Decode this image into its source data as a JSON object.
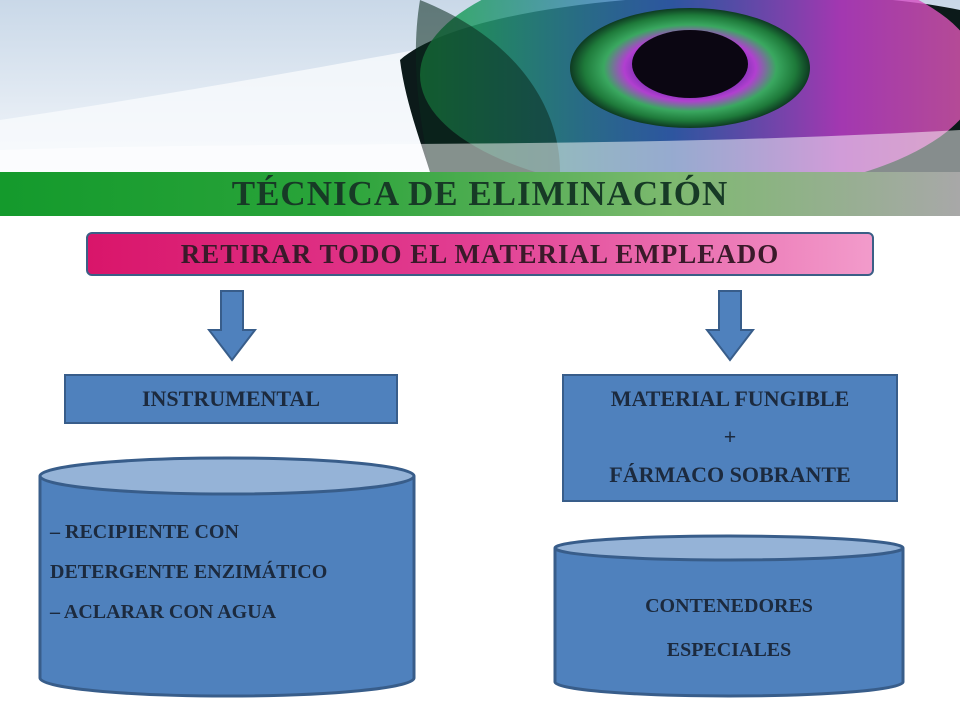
{
  "slide": {
    "title": "TÉCNICA DE ELIMINACIÓN",
    "main_instruction": "RETIRAR TODO EL MATERIAL EMPLEADO"
  },
  "left_branch": {
    "box_label": "INSTRUMENTAL",
    "container_lines": [
      "– RECIPIENTE CON",
      "DETERGENTE ENZIMÁTICO",
      "– ACLARAR CON AGUA"
    ]
  },
  "right_branch": {
    "box_lines": [
      "MATERIAL FUNGIBLE",
      "+",
      "FÁRMACO SOBRANTE"
    ],
    "container_lines": [
      "CONTENEDORES",
      "ESPECIALES"
    ]
  },
  "colors": {
    "box_fill": "#4f81bd",
    "box_border": "#385d8a",
    "title_bar_green": "#149a2c",
    "pink_bar": "#d9156a"
  }
}
